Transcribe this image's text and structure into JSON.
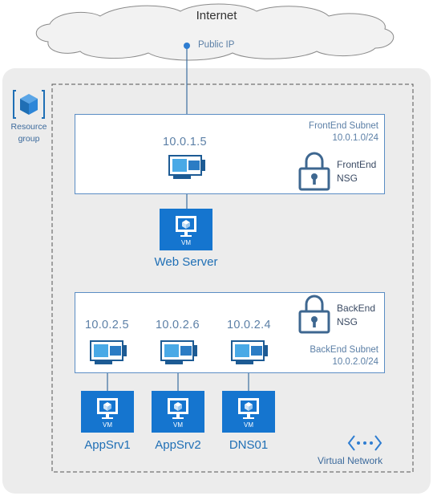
{
  "internet": {
    "label": "Internet",
    "public_ip": "Public IP"
  },
  "resource_group": {
    "label_line1": "Resource",
    "label_line2": "group"
  },
  "frontend": {
    "subnet_name": "FrontEnd Subnet",
    "subnet_cidr": "10.0.1.0/24",
    "nsg_line1": "FrontEnd",
    "nsg_line2": "NSG",
    "nic_ip": "10.0.1.5",
    "vm": {
      "badge": "VM",
      "name": "Web Server"
    }
  },
  "backend": {
    "subnet_name": "BackEnd Subnet",
    "subnet_cidr": "10.0.2.0/24",
    "nsg_line1": "BackEnd",
    "nsg_line2": "NSG",
    "nics": [
      {
        "ip": "10.0.2.5",
        "vm_badge": "VM",
        "vm_name": "AppSrv1"
      },
      {
        "ip": "10.0.2.6",
        "vm_badge": "VM",
        "vm_name": "AppSrv2"
      },
      {
        "ip": "10.0.2.4",
        "vm_badge": "VM",
        "vm_name": "DNS01"
      }
    ]
  },
  "virtual_network": {
    "label": "Virtual Network"
  },
  "colors": {
    "azure_blue": "#1575cf",
    "subnet_border": "#5b8dc4",
    "label_blue": "#5b7fa6",
    "rg_background": "#ececec"
  }
}
